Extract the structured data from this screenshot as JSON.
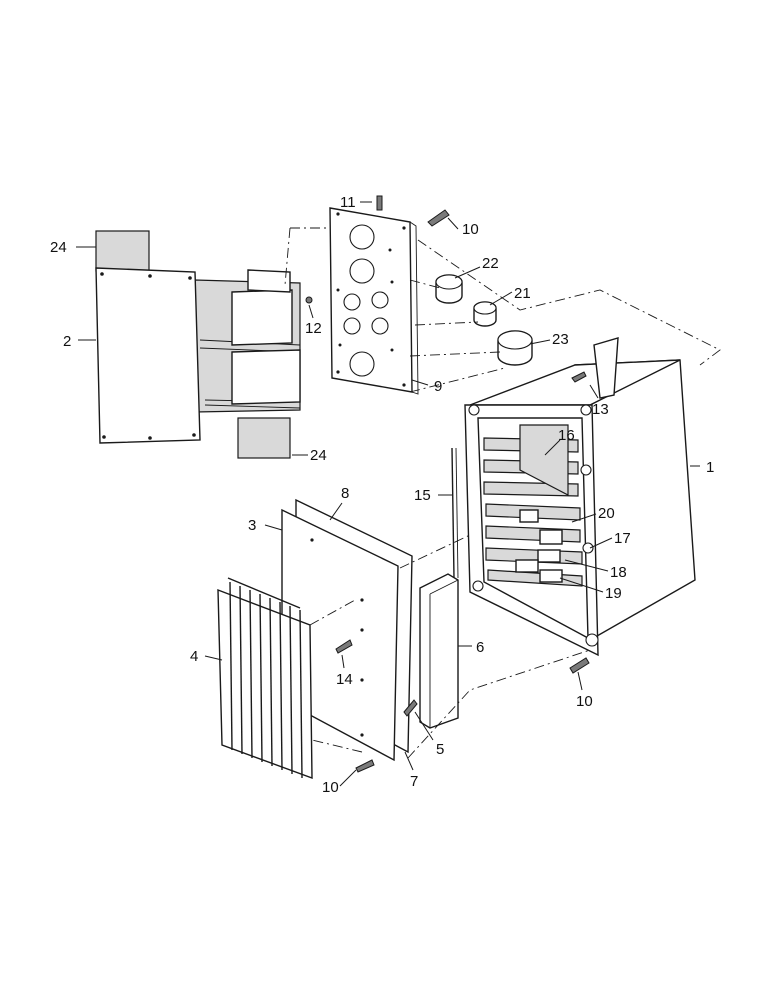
{
  "callouts": {
    "c1": "1",
    "c2": "2",
    "c3": "3",
    "c4": "4",
    "c5": "5",
    "c6": "6",
    "c7": "7",
    "c8": "8",
    "c9": "9",
    "c10a": "10",
    "c10b": "10",
    "c10c": "10",
    "c11": "11",
    "c12": "12",
    "c13": "13",
    "c14": "14",
    "c15": "15",
    "c16": "16",
    "c17": "17",
    "c18": "18",
    "c19": "19",
    "c20": "20",
    "c21": "21",
    "c22": "22",
    "c23": "23",
    "c24a": "24",
    "c24b": "24"
  },
  "colors": {
    "line": "#1a1a1a",
    "background": "#ffffff",
    "shade": "#d9d9d9"
  }
}
